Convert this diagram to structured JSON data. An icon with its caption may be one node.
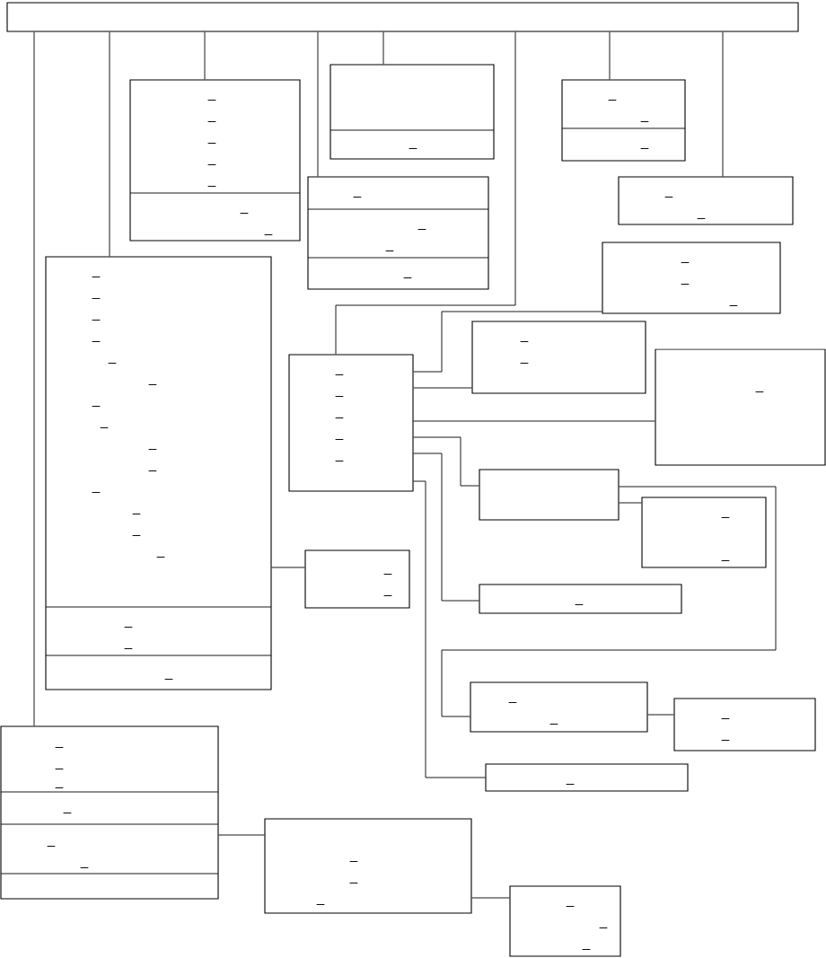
{
  "diagram": {
    "nodes": [
      {
        "text": [],
        "shape": "box"
      },
      {
        "text": [
          "_",
          "_",
          "_",
          "_",
          "_",
          "_",
          "_"
        ]
      },
      {
        "text": [
          "_"
        ]
      },
      {
        "text": [
          "_",
          "_",
          "_",
          "_"
        ]
      },
      {
        "text": [
          "_",
          "_",
          "_"
        ]
      },
      {
        "text": [
          "_",
          "_"
        ]
      },
      {
        "text": [
          "_",
          "_",
          "_"
        ]
      },
      {
        "text": [
          "_",
          "_",
          "_",
          "_",
          "_",
          "_",
          "_",
          "_",
          "_",
          "_",
          "_",
          "_",
          "_",
          "_",
          "_",
          "_",
          "_"
        ]
      },
      {
        "text": [
          "_",
          "_",
          "_",
          "_",
          "_"
        ]
      },
      {
        "text": [
          "_",
          "_"
        ]
      },
      {
        "text": [
          "_",
          "_"
        ]
      },
      {
        "text": [
          "_"
        ]
      },
      {
        "text": [],
        "shape": "box"
      },
      {
        "text": [
          "_",
          "_"
        ]
      },
      {
        "text": [
          "_"
        ]
      },
      {
        "text": [
          "_",
          "_"
        ]
      },
      {
        "text": [
          "_",
          "_"
        ]
      },
      {
        "text": [
          "_"
        ]
      },
      {
        "text": [
          "_",
          "_",
          "_",
          "_",
          "_",
          "_"
        ]
      },
      {
        "text": [
          "_",
          "_",
          "_"
        ]
      },
      {
        "text": [
          "_",
          "_",
          "_"
        ]
      }
    ],
    "edges": [
      {
        "from": 0,
        "to": 18,
        "arrow": "none"
      },
      {
        "from": 0,
        "to": 7,
        "arrow": "none"
      },
      {
        "from": 0,
        "to": 1,
        "arrow": "none"
      },
      {
        "from": 0,
        "to": 3,
        "arrow": "none"
      },
      {
        "from": 0,
        "to": 2,
        "arrow": "none"
      },
      {
        "from": 0,
        "to": 8,
        "arrow": "none"
      },
      {
        "from": 0,
        "to": 4,
        "arrow": "none"
      },
      {
        "from": 0,
        "to": 5,
        "arrow": "none"
      },
      {
        "from": 6,
        "to": 8,
        "arrow": "none"
      },
      {
        "from": 8,
        "to": 10,
        "arrow": "none"
      },
      {
        "from": 8,
        "to": 11,
        "arrow": "none"
      },
      {
        "from": 8,
        "to": 12,
        "arrow": "none"
      },
      {
        "from": 8,
        "to": 14,
        "arrow": "none"
      },
      {
        "from": 8,
        "to": 17,
        "arrow": "none"
      },
      {
        "from": 12,
        "to": 13,
        "arrow": "none"
      },
      {
        "from": 12,
        "to": 15,
        "arrow": "none"
      },
      {
        "from": 15,
        "to": 16,
        "arrow": "none"
      },
      {
        "from": 7,
        "to": 9,
        "arrow": "none"
      },
      {
        "from": 18,
        "to": 19,
        "arrow": "none"
      },
      {
        "from": 19,
        "to": 20,
        "arrow": "none"
      }
    ]
  }
}
